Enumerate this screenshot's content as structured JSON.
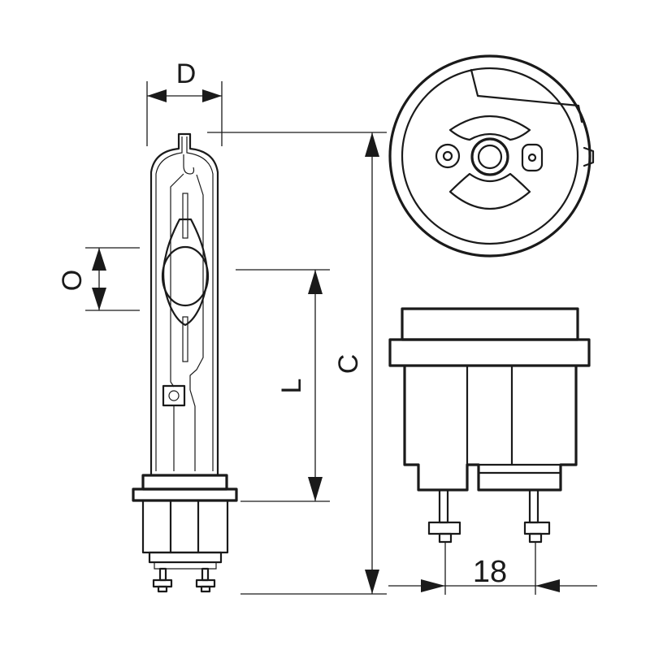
{
  "dimensions": {
    "diameter": "D",
    "offset": "O",
    "arc_length": "L",
    "overall_length": "C",
    "pin_spacing": "18"
  },
  "colors": {
    "line": "#1a1a1a",
    "background": "#ffffff"
  }
}
